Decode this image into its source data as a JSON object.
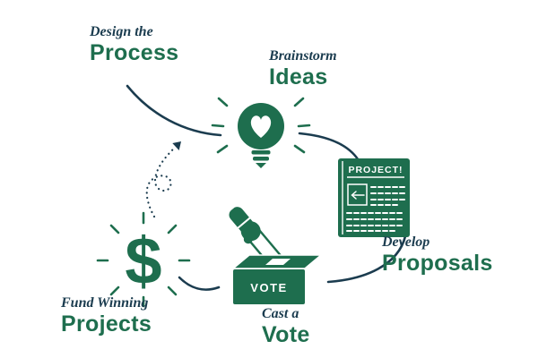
{
  "steps": [
    {
      "id": "design-process",
      "pre": "Design the",
      "main": "Process"
    },
    {
      "id": "brainstorm-ideas",
      "pre": "Brainstorm",
      "main": "Ideas"
    },
    {
      "id": "develop-proposals",
      "pre": "Develop",
      "main": "Proposals"
    },
    {
      "id": "cast-vote",
      "pre": "Cast a",
      "main": "Vote"
    },
    {
      "id": "fund-projects",
      "pre": "Fund Winning",
      "main": "Projects"
    }
  ],
  "icons": {
    "lightbulb": "lightbulb-with-heart",
    "document": "project-proposal-document",
    "ballot": "ballot-box-with-hand",
    "money": "dollar-sign-burst",
    "vote_label": "VOTE",
    "project_label": "PROJECT!",
    "dollar_glyph": "$"
  },
  "connections": [
    "design-process -> brainstorm-ideas",
    "brainstorm-ideas -> develop-proposals",
    "develop-proposals -> cast-vote",
    "cast-vote -> fund-projects",
    "fund-projects -> design-process (dotted arrow)"
  ],
  "colors": {
    "green": "#1e6e4e",
    "navy": "#1b3c4f",
    "background": "#ffffff"
  }
}
